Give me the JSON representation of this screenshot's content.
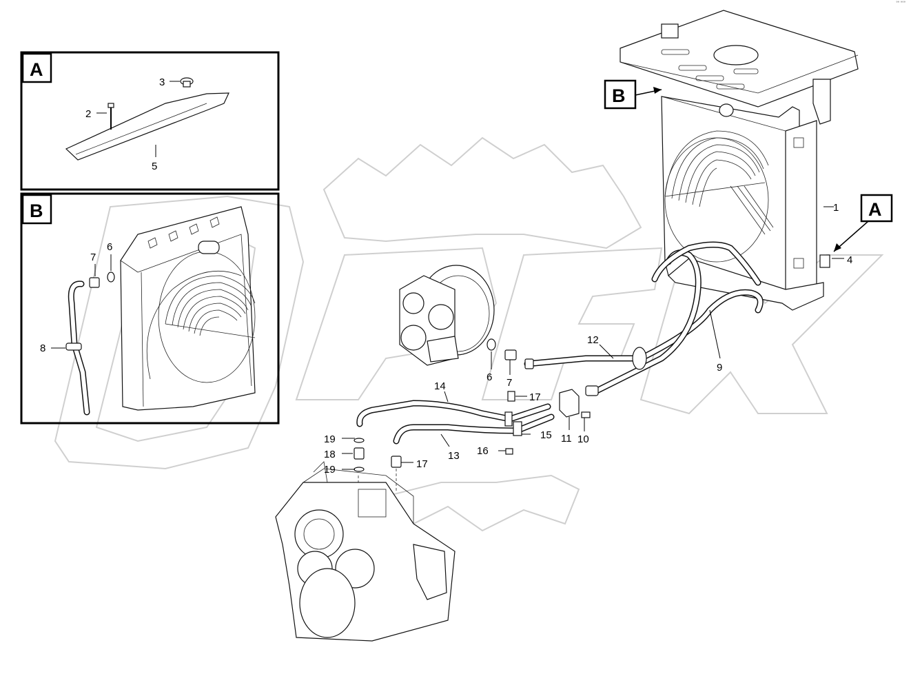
{
  "corner_mark": "°° °°°",
  "detail_boxes": [
    {
      "letter": "A",
      "labels": [
        "2",
        "3",
        "5"
      ]
    },
    {
      "letter": "B",
      "labels": [
        "6",
        "7",
        "8"
      ]
    }
  ],
  "callouts": {
    "B": "B",
    "A": "A"
  },
  "labels": {
    "l1": "1",
    "l4": "4",
    "l6": "6",
    "l7": "7",
    "l9": "9",
    "l10": "10",
    "l11": "11",
    "l12": "12",
    "l13": "13",
    "l14": "14",
    "l15": "15",
    "l16": "16",
    "l17a": "17",
    "l17b": "17",
    "l18": "18",
    "l19a": "19",
    "l19b": "19"
  }
}
